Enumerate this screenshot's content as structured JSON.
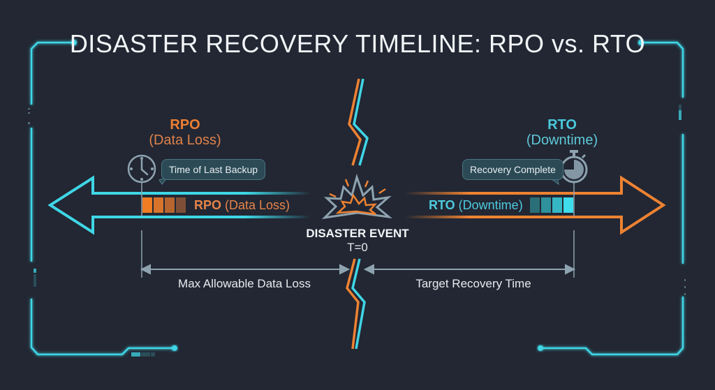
{
  "title": "DISASTER RECOVERY TIMELINE: RPO vs. RTO",
  "colors": {
    "background": "#222733",
    "cyan": "#3fd6e6",
    "orange": "#ee8232",
    "gray": "#7f97a6",
    "text": "#f2f4f7"
  },
  "rpo": {
    "heading": "RPO",
    "subheading": "(Data Loss)",
    "icon": "clock-icon",
    "callout": "Time of Last Backup",
    "bar_label_bold": "RPO",
    "bar_label_rest": " (Data Loss)",
    "arrow_direction": "left",
    "span_label": "Max Allowable Data Loss"
  },
  "rto": {
    "heading": "RTO",
    "subheading": "(Downtime)",
    "icon": "stopwatch-icon",
    "callout": "Recovery Complete",
    "bar_label_bold": "RTO",
    "bar_label_rest": " (Downtime)",
    "arrow_direction": "right",
    "span_label": "Target Recovery Time"
  },
  "event": {
    "icon": "explosion-icon",
    "title": "DISASTER EVENT",
    "subtitle": "T=0"
  }
}
